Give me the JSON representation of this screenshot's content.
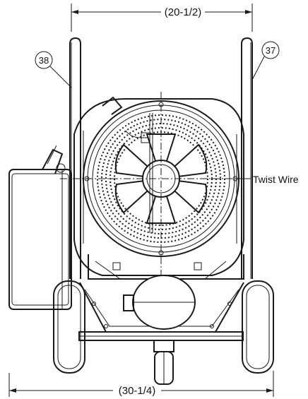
{
  "dimensions": {
    "top_width": "(20-1/2)",
    "bottom_width": "(30-1/4)"
  },
  "callouts": {
    "left_handle": "38",
    "right_handle": "37",
    "twist_wire": "Twist Wire"
  },
  "colors": {
    "ink": "#1a1a1a",
    "background": "#ffffff"
  }
}
